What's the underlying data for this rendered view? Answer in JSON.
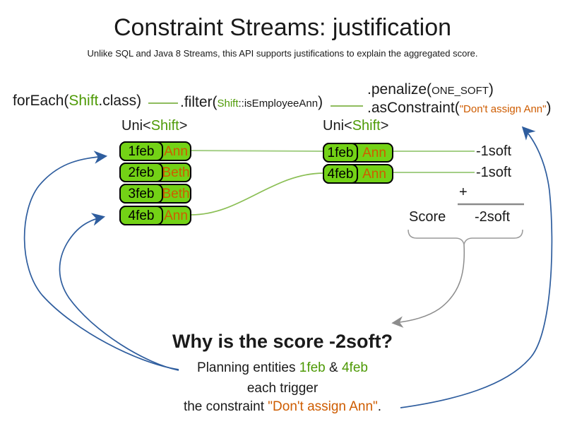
{
  "title": "Constraint Streams: justification",
  "subtitle": "Unlike SQL and Java 8 Streams, this API supports justifications to explain the aggregated score.",
  "code": {
    "foreach": {
      "pre": "forEach(",
      "class_name": "Shift",
      "post": ".class)"
    },
    "filter": {
      "pre": ".filter(",
      "arg_class": "Shift",
      "arg_method": "::isEmployeeAnn",
      "post": ")"
    },
    "penalize": {
      "pre": ".penalize(",
      "arg": "ONE_SOFT",
      "post": ")"
    },
    "as_constraint": {
      "pre": ".asConstraint(",
      "arg": "\"Don't assign Ann\"",
      "post": ")"
    }
  },
  "uni_label": {
    "pre": "Uni<",
    "class_name": "Shift",
    "post": ">"
  },
  "left_table": {
    "rows": [
      {
        "date": "1feb",
        "name": "Ann"
      },
      {
        "date": "2feb",
        "name": "Beth"
      },
      {
        "date": "3feb",
        "name": "Beth"
      },
      {
        "date": "4feb",
        "name": "Ann"
      }
    ]
  },
  "right_table": {
    "rows": [
      {
        "date": "1feb",
        "name": "Ann"
      },
      {
        "date": "4feb",
        "name": "Ann"
      }
    ]
  },
  "scores": {
    "per_match": [
      "-1soft",
      "-1soft"
    ],
    "plus_sign": "+",
    "score_label": "Score",
    "total": "-2soft"
  },
  "why": {
    "heading": "Why is the score -2soft?",
    "line1_pre": "Planning entities ",
    "entity1": "1feb",
    "amp": " & ",
    "entity2": "4feb",
    "line2": "each trigger",
    "line3_pre": "the constraint ",
    "constraint": "\"Don't assign Ann\"",
    "line3_post": "."
  },
  "colors": {
    "entity_fill_green": "#73d216",
    "code_green": "#4e9a06",
    "highlight_orange": "#ce5c00",
    "arrow_blue": "#2e5d9e",
    "connector_light_green": "#a5cf87",
    "connector_green": "#7fb347",
    "gray": "#8c8c8c"
  }
}
